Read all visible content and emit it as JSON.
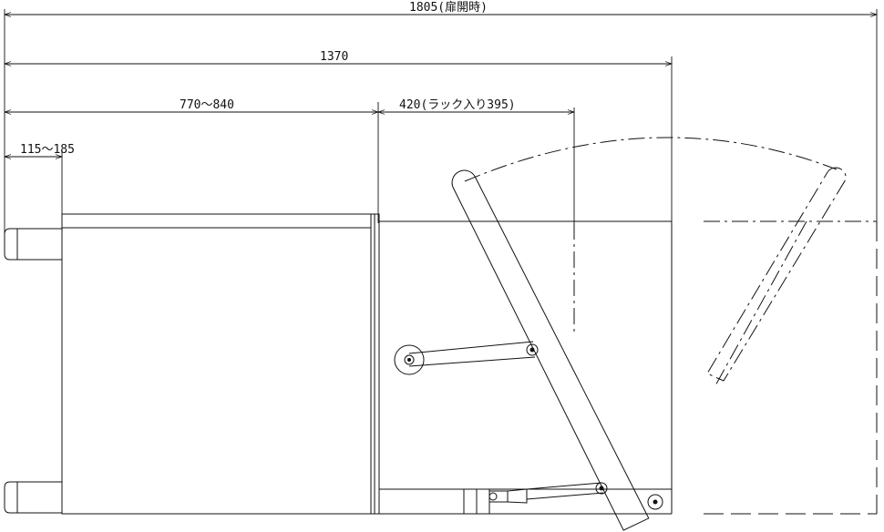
{
  "dimensions": {
    "overall_door_open": "1805(扉開時)",
    "overall": "1370",
    "body_depth": "770～840",
    "door_depth": "420(ラック入り395)",
    "handle_depth": "115～185"
  }
}
